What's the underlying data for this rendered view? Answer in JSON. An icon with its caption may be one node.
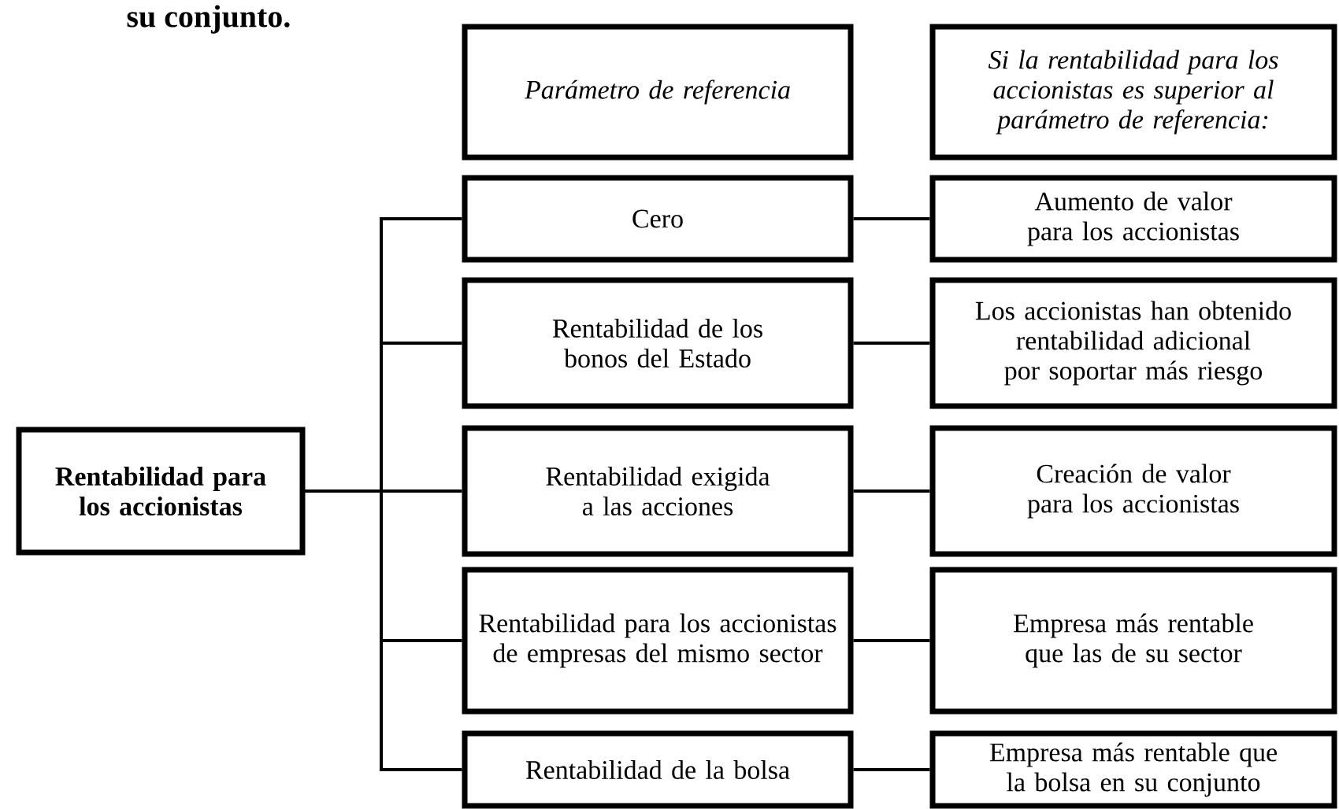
{
  "diagram": {
    "nodes": [
      {
        "text": [
          "Parámetro de referencia"
        ]
      },
      {
        "text": [
          "Si la rentabilidad para los accionistas es superior al parámetro de referencia:"
        ]
      },
      {
        "text": [
          "Rentabilidad para los accionistas"
        ]
      },
      {
        "text": [
          "Cero"
        ]
      },
      {
        "text": [
          "Aumento de valor para los accionistas"
        ]
      },
      {
        "text": [
          "Rentabilidad de los bonos del Estado"
        ]
      },
      {
        "text": [
          "Los accionistas han obtenido rentabilidad adicional por soportar más riesgo"
        ]
      },
      {
        "text": [
          "Rentabilidad exigida a las acciones"
        ]
      },
      {
        "text": [
          "Creación de valor para los accionistas"
        ]
      },
      {
        "text": [
          "Rentabilidad para los accionistas de empresas del mismo sector"
        ]
      },
      {
        "text": [
          "Empresa más rentable que las de su sector"
        ]
      },
      {
        "text": [
          "Rentabilidad de la bolsa"
        ]
      },
      {
        "text": [
          "Empresa más rentable que la bolsa en su conjunto"
        ]
      }
    ],
    "edges": [
      {
        "from": 2,
        "to": 3,
        "arrow": "none"
      },
      {
        "from": 2,
        "to": 5,
        "arrow": "none"
      },
      {
        "from": 2,
        "to": 7,
        "arrow": "none"
      },
      {
        "from": 2,
        "to": 9,
        "arrow": "none"
      },
      {
        "from": 2,
        "to": 11,
        "arrow": "none"
      },
      {
        "from": 3,
        "to": 4,
        "arrow": "none"
      },
      {
        "from": 5,
        "to": 6,
        "arrow": "none"
      },
      {
        "from": 7,
        "to": 8,
        "arrow": "none"
      },
      {
        "from": 9,
        "to": 10,
        "arrow": "none"
      },
      {
        "from": 11,
        "to": 12,
        "arrow": "none"
      }
    ],
    "labels": [
      "su conjunto."
    ]
  }
}
